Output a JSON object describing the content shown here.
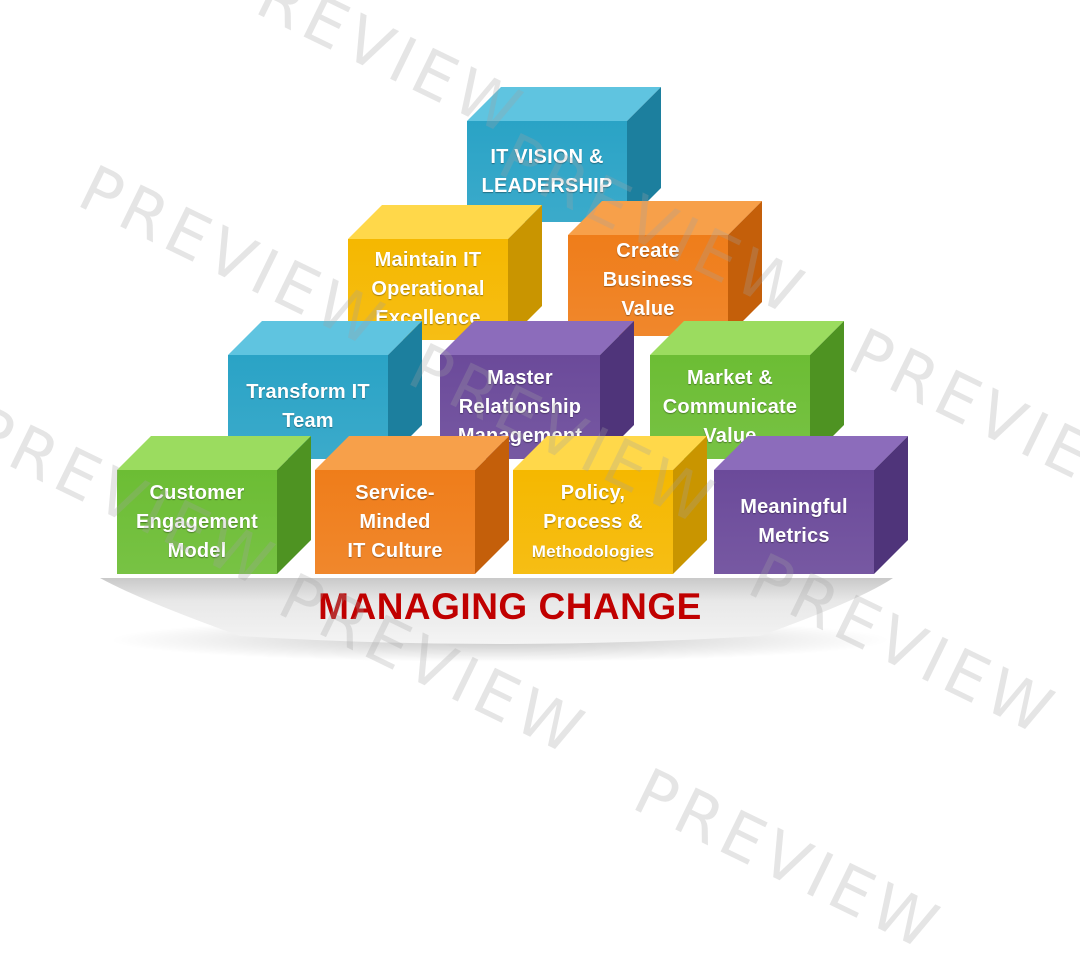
{
  "diagram": {
    "base_label": "MANAGING CHANGE",
    "blocks": {
      "vision": {
        "lines": [
          "IT VISION  &",
          "LEADERSHIP"
        ],
        "color": "blue"
      },
      "maintain": {
        "lines": [
          "Maintain IT",
          "Operational",
          "Excellence"
        ],
        "color": "yellow"
      },
      "create": {
        "lines": [
          "Create",
          "Business",
          "Value"
        ],
        "color": "orange"
      },
      "transform": {
        "lines": [
          "Transform IT",
          "Team"
        ],
        "color": "blue"
      },
      "master": {
        "lines": [
          "Master",
          "Relationship",
          "Management"
        ],
        "color": "purple"
      },
      "market": {
        "lines": [
          "Market &",
          "Communicate",
          "Value"
        ],
        "color": "green"
      },
      "customer": {
        "lines": [
          "Customer",
          "Engagement",
          "Model"
        ],
        "color": "green"
      },
      "service": {
        "lines": [
          "Service-",
          "Minded",
          "IT Culture"
        ],
        "color": "orange"
      },
      "policy": {
        "lines": [
          "Policy,",
          "Process &",
          "Methodologies"
        ],
        "color": "yellow"
      },
      "metrics": {
        "lines": [
          "Meaningful",
          "Metrics"
        ],
        "color": "purple"
      }
    }
  },
  "watermark": {
    "text": "PREVIEW"
  },
  "colors": {
    "blue": {
      "front": "#2aa3c6",
      "top": "#5fc4e0",
      "side": "#1c7f9e"
    },
    "yellow": {
      "front": "#f5b800",
      "top": "#ffd84a",
      "side": "#c99500"
    },
    "orange": {
      "front": "#ef7d1a",
      "top": "#f7a04a",
      "side": "#c45f0a"
    },
    "purple": {
      "front": "#6b4a9a",
      "top": "#8c6cbb",
      "side": "#4f347a"
    },
    "green": {
      "front": "#6cbd34",
      "top": "#9bdc5f",
      "side": "#4e9322"
    },
    "base_text": "#c00000"
  }
}
